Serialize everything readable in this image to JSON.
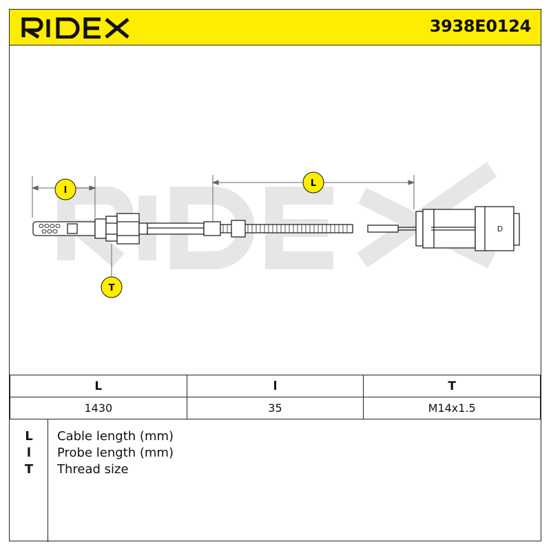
{
  "header": {
    "brand": "RIDEX",
    "part_number": "3938E0124",
    "background_color": "#ffed00"
  },
  "drawing": {
    "watermark": "RIDEX",
    "dimension_labels": {
      "probe": "l",
      "cable": "L",
      "thread": "T"
    },
    "connector_mark": "D"
  },
  "spec_table": {
    "headers": [
      "L",
      "l",
      "T"
    ],
    "values": [
      "1430",
      "35",
      "M14x1.5"
    ]
  },
  "legend": [
    {
      "key": "L",
      "text": "Cable length (mm)"
    },
    {
      "key": "l",
      "text": "Probe length (mm)"
    },
    {
      "key": "T",
      "text": "Thread size"
    }
  ]
}
